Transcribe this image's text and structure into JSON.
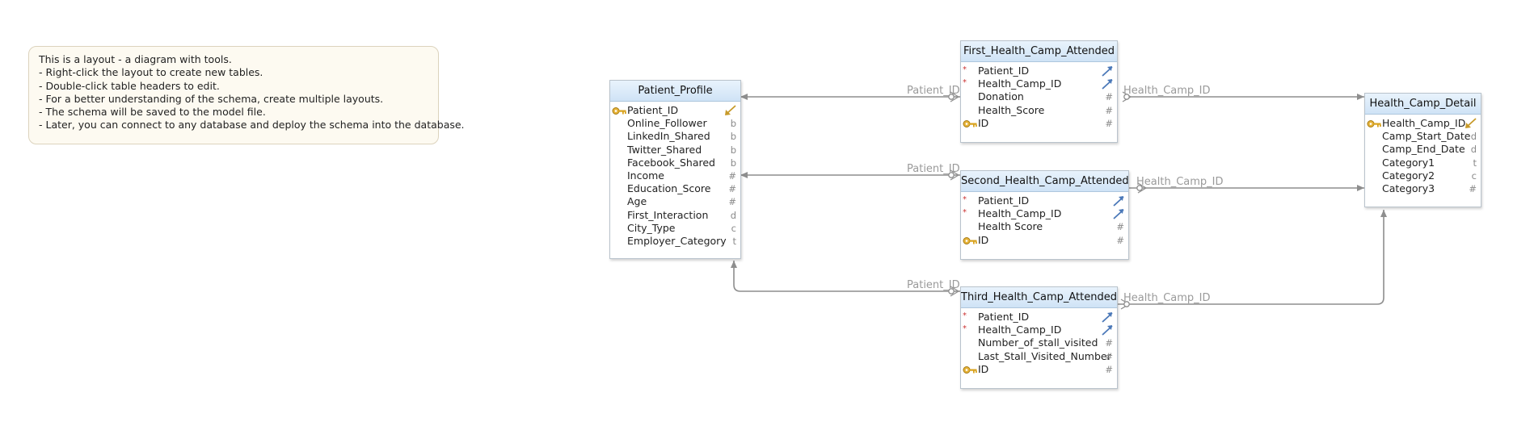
{
  "note": {
    "lines": [
      "This is a layout - a diagram with tools.",
      "- Right-click the layout to create new tables.",
      "- Double-click table headers to edit.",
      "- For a better understanding of the schema, create multiple layouts.",
      "- The schema will be saved to the model file.",
      "- Later, you can connect to any database and deploy the schema into the database."
    ]
  },
  "connector_labels": {
    "first_patient": "Patient_ID",
    "first_camp": "Health_Camp_ID",
    "second_patient": "Patient_ID",
    "second_camp": "Health_Camp_ID",
    "third_patient": "Patient_ID",
    "third_camp": "Health_Camp_ID"
  },
  "colors": {
    "connector": "#8e8e8e",
    "key_icon": "#d8a21c",
    "fk_arrow": "#4a78b8",
    "required_marker": "#cc3333"
  },
  "tables": {
    "patient_profile": {
      "title": "Patient_Profile",
      "columns": [
        {
          "name": "Patient_ID",
          "icon": "key-icon",
          "type": "",
          "fk": "pk-arrow-icon"
        },
        {
          "name": "Online_Follower",
          "type": "b"
        },
        {
          "name": "LinkedIn_Shared",
          "type": "b"
        },
        {
          "name": "Twitter_Shared",
          "type": "b"
        },
        {
          "name": "Facebook_Shared",
          "type": "b"
        },
        {
          "name": "Income",
          "type": "#"
        },
        {
          "name": "Education_Score",
          "type": "#"
        },
        {
          "name": "Age",
          "type": "#"
        },
        {
          "name": "First_Interaction",
          "type": "d"
        },
        {
          "name": "City_Type",
          "type": "c"
        },
        {
          "name": "Employer_Category",
          "type": "t"
        }
      ]
    },
    "first_camp": {
      "title": "First_Health_Camp_Attended",
      "columns": [
        {
          "name": "Patient_ID",
          "marker": "*",
          "type": "",
          "fk": "fk-arrow-icon"
        },
        {
          "name": "Health_Camp_ID",
          "marker": "*",
          "type": "",
          "fk": "fk-arrow-icon"
        },
        {
          "name": "Donation",
          "type": "#"
        },
        {
          "name": "Health_Score",
          "type": "#"
        },
        {
          "name": "ID",
          "icon": "key-icon",
          "type": "#"
        }
      ]
    },
    "second_camp": {
      "title": "Second_Health_Camp_Attended",
      "columns": [
        {
          "name": "Patient_ID",
          "marker": "*",
          "type": "",
          "fk": "fk-arrow-icon"
        },
        {
          "name": "Health_Camp_ID",
          "marker": "*",
          "type": "",
          "fk": "fk-arrow-icon"
        },
        {
          "name": "Health Score",
          "type": "#"
        },
        {
          "name": "ID",
          "icon": "key-icon",
          "type": "#"
        }
      ]
    },
    "third_camp": {
      "title": "Third_Health_Camp_Attended",
      "columns": [
        {
          "name": "Patient_ID",
          "marker": "*",
          "type": "",
          "fk": "fk-arrow-icon"
        },
        {
          "name": "Health_Camp_ID",
          "marker": "*",
          "type": "",
          "fk": "fk-arrow-icon"
        },
        {
          "name": "Number_of_stall_visited",
          "type": "#"
        },
        {
          "name": "Last_Stall_Visited_Number",
          "type": "#"
        },
        {
          "name": "ID",
          "icon": "key-icon",
          "type": "#"
        }
      ]
    },
    "health_camp_detail": {
      "title": "Health_Camp_Detail",
      "columns": [
        {
          "name": "Health_Camp_ID",
          "icon": "key-icon",
          "type": "",
          "fk": "pk-arrow-icon"
        },
        {
          "name": "Camp_Start_Date",
          "type": "d"
        },
        {
          "name": "Camp_End_Date",
          "type": "d"
        },
        {
          "name": "Category1",
          "type": "t"
        },
        {
          "name": "Category2",
          "type": "c"
        },
        {
          "name": "Category3",
          "type": "#"
        }
      ]
    }
  }
}
